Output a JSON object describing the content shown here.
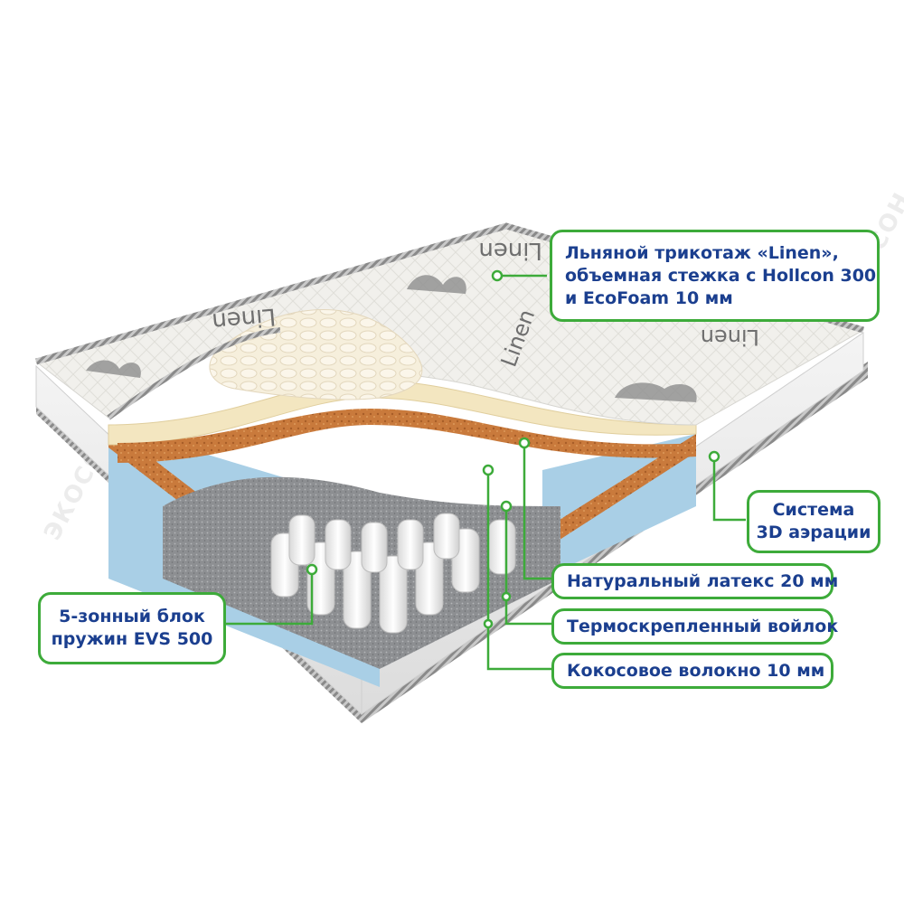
{
  "watermark": "ЭКОСОН",
  "brand_prints": [
    "Linen",
    "Linen",
    "Linen",
    "Linen"
  ],
  "callouts": [
    {
      "id": "cover",
      "lines": [
        "Льняной трикотаж «Linen»,",
        "объемная стежка с Hollcon 300",
        "и EcoFoam 10 мм"
      ]
    },
    {
      "id": "aeration",
      "lines": [
        "Система",
        "3D аэрации"
      ]
    },
    {
      "id": "latex",
      "lines": [
        "Натуральный латекс 20 мм"
      ]
    },
    {
      "id": "felt",
      "lines": [
        "Термоскрепленный войлок"
      ]
    },
    {
      "id": "coir",
      "lines": [
        "Кокосовое волокно 10 мм"
      ]
    },
    {
      "id": "springs",
      "lines": [
        "5-зонный блок",
        "пружин EVS 500"
      ]
    }
  ],
  "colors": {
    "accent": "#3dab3a",
    "text": "#1b3f8f",
    "cover": "#f1f0ec",
    "quilt": "#f6efdc",
    "latex": "#f3e6c0",
    "coir": "#c97a3c",
    "foam": "#a9cfe6",
    "felt": "#8d8f92",
    "spring": "#f4f4f4"
  }
}
